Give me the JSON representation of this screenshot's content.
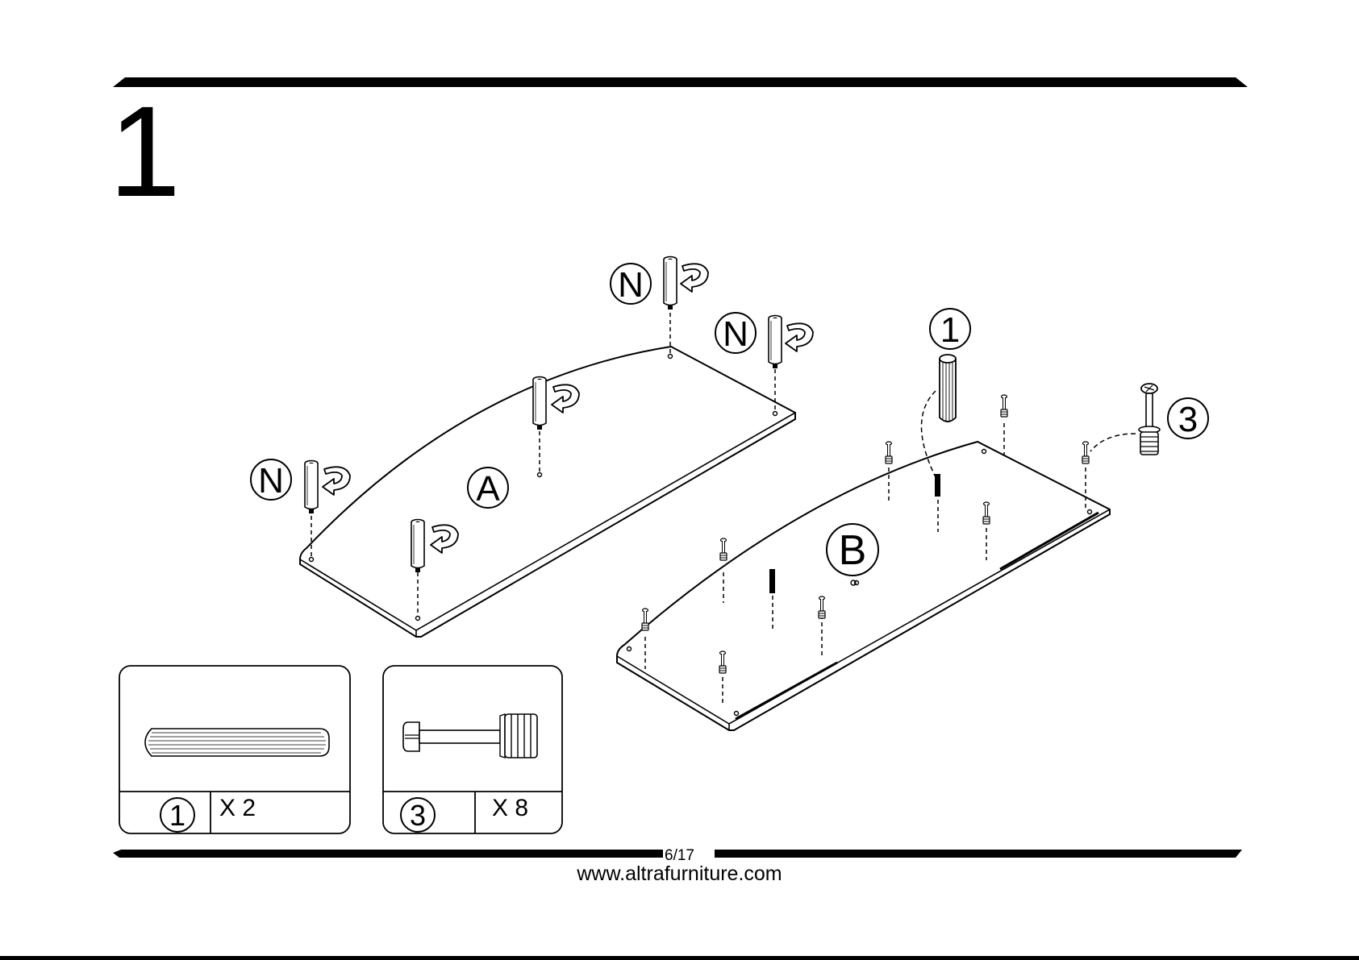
{
  "step": {
    "number": "1"
  },
  "callouts": {
    "panel_a": "A",
    "panel_b": "B",
    "cam_post": "N",
    "dowel": "1",
    "cam_screw": "3"
  },
  "parts_legend": [
    {
      "id": "1",
      "quantity": "X 2"
    },
    {
      "id": "3",
      "quantity": "X 8"
    }
  ],
  "footer": {
    "page": "6/17",
    "website": "www.altrafurniture.com"
  },
  "icons": [
    "rotate-arrow-icon",
    "dowel-icon",
    "cam-post-icon",
    "cam-screw-icon"
  ]
}
